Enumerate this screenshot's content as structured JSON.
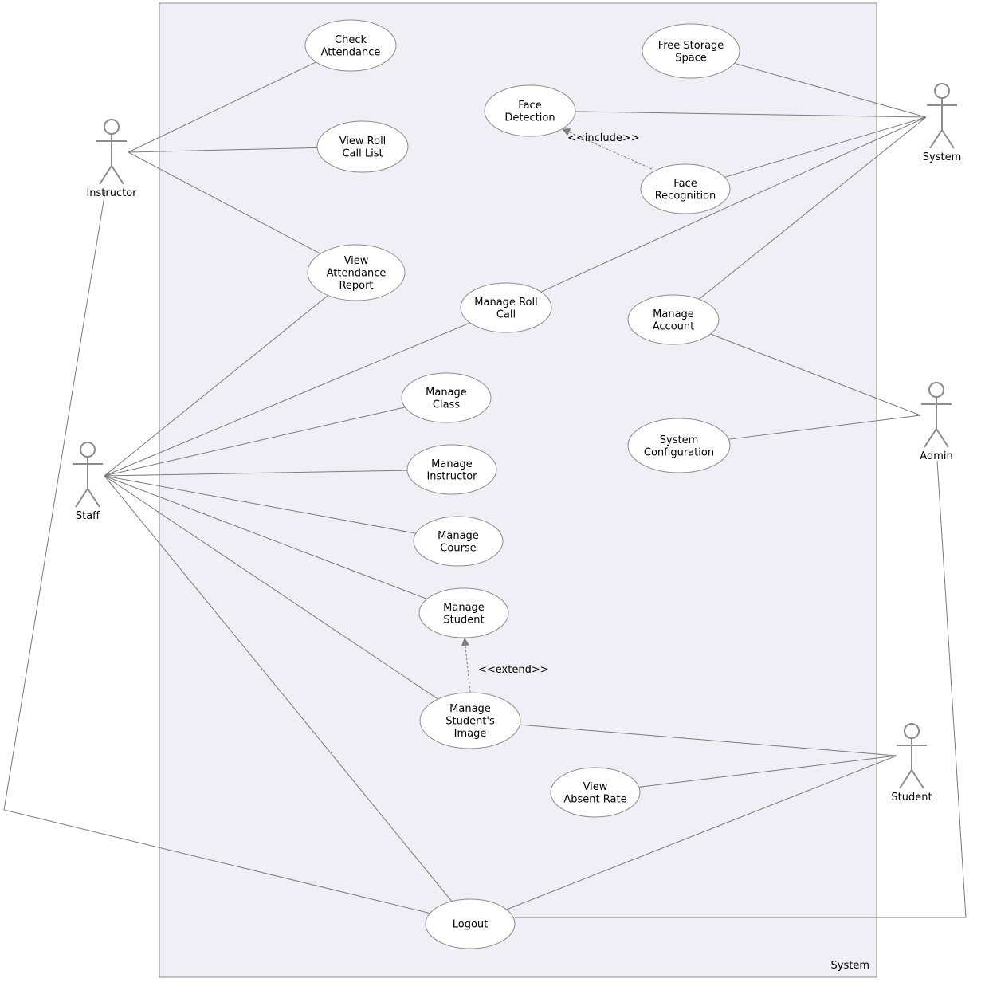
{
  "boundary": {
    "label": "System"
  },
  "actors": [
    {
      "id": "instructor",
      "label": "Instructor"
    },
    {
      "id": "staff",
      "label": "Staff"
    },
    {
      "id": "system",
      "label": "System"
    },
    {
      "id": "admin",
      "label": "Admin"
    },
    {
      "id": "student",
      "label": "Student"
    }
  ],
  "use_cases": [
    {
      "id": "check_attendance",
      "lines": [
        "Check",
        "Attendance"
      ]
    },
    {
      "id": "view_roll_call_list",
      "lines": [
        "View Roll",
        "Call List"
      ]
    },
    {
      "id": "view_attendance_report",
      "lines": [
        "View",
        "Attendance",
        "Report"
      ]
    },
    {
      "id": "free_storage_space",
      "lines": [
        "Free Storage",
        "Space"
      ]
    },
    {
      "id": "face_detection",
      "lines": [
        "Face",
        "Detection"
      ]
    },
    {
      "id": "face_recognition",
      "lines": [
        "Face",
        "Recognition"
      ]
    },
    {
      "id": "manage_roll_call",
      "lines": [
        "Manage Roll",
        "Call"
      ]
    },
    {
      "id": "manage_account",
      "lines": [
        "Manage",
        "Account"
      ]
    },
    {
      "id": "manage_class",
      "lines": [
        "Manage",
        "Class"
      ]
    },
    {
      "id": "system_configuration",
      "lines": [
        "System",
        "Configuration"
      ]
    },
    {
      "id": "manage_instructor",
      "lines": [
        "Manage",
        "Instructor"
      ]
    },
    {
      "id": "manage_course",
      "lines": [
        "Manage",
        "Course"
      ]
    },
    {
      "id": "manage_student",
      "lines": [
        "Manage",
        "Student"
      ]
    },
    {
      "id": "manage_students_image",
      "lines": [
        "Manage",
        "Student's",
        "Image"
      ]
    },
    {
      "id": "view_absent_rate",
      "lines": [
        "View",
        "Absent Rate"
      ]
    },
    {
      "id": "logout",
      "lines": [
        "Logout"
      ]
    }
  ],
  "associations": [
    [
      "instructor",
      "check_attendance"
    ],
    [
      "instructor",
      "view_roll_call_list"
    ],
    [
      "instructor",
      "view_attendance_report"
    ],
    [
      "instructor",
      "logout"
    ],
    [
      "staff",
      "view_attendance_report"
    ],
    [
      "staff",
      "manage_roll_call"
    ],
    [
      "staff",
      "manage_class"
    ],
    [
      "staff",
      "manage_instructor"
    ],
    [
      "staff",
      "manage_course"
    ],
    [
      "staff",
      "manage_student"
    ],
    [
      "staff",
      "manage_students_image"
    ],
    [
      "staff",
      "logout"
    ],
    [
      "system",
      "free_storage_space"
    ],
    [
      "system",
      "face_detection"
    ],
    [
      "system",
      "face_recognition"
    ],
    [
      "system",
      "manage_roll_call"
    ],
    [
      "system",
      "manage_account"
    ],
    [
      "admin",
      "manage_account"
    ],
    [
      "admin",
      "system_configuration"
    ],
    [
      "admin",
      "logout"
    ],
    [
      "student",
      "manage_students_image"
    ],
    [
      "student",
      "view_absent_rate"
    ],
    [
      "student",
      "logout"
    ]
  ],
  "dependencies": [
    {
      "from": "face_recognition",
      "to": "face_detection",
      "label": "<<include>>"
    },
    {
      "from": "manage_students_image",
      "to": "manage_student",
      "label": "<<extend>>"
    }
  ]
}
